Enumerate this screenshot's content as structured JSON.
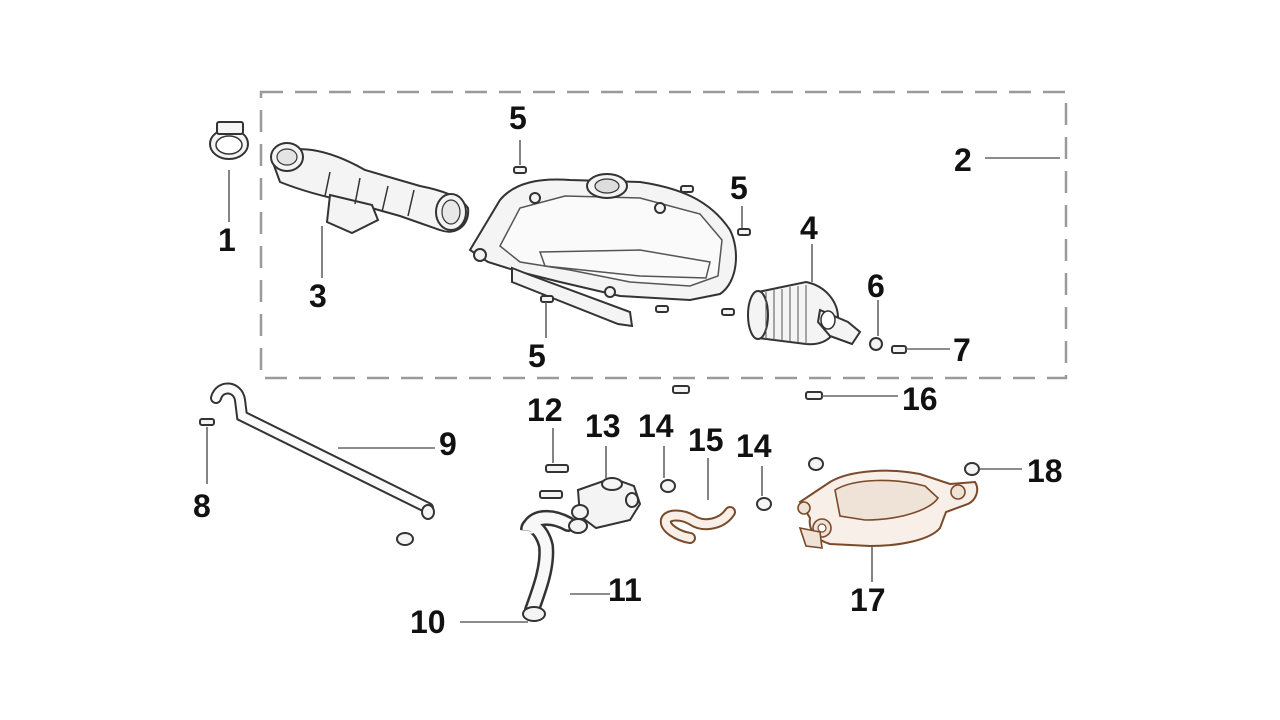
{
  "diagram": {
    "callouts": [
      {
        "id": "c1",
        "text": "1"
      },
      {
        "id": "c2",
        "text": "2"
      },
      {
        "id": "c3",
        "text": "3"
      },
      {
        "id": "c4",
        "text": "4"
      },
      {
        "id": "c5a",
        "text": "5"
      },
      {
        "id": "c5b",
        "text": "5"
      },
      {
        "id": "c5c",
        "text": "5"
      },
      {
        "id": "c6",
        "text": "6"
      },
      {
        "id": "c7",
        "text": "7"
      },
      {
        "id": "c8",
        "text": "8"
      },
      {
        "id": "c9",
        "text": "9"
      },
      {
        "id": "c10",
        "text": "10"
      },
      {
        "id": "c11",
        "text": "11"
      },
      {
        "id": "c12",
        "text": "12"
      },
      {
        "id": "c13",
        "text": "13"
      },
      {
        "id": "c14a",
        "text": "14"
      },
      {
        "id": "c14b",
        "text": "14"
      },
      {
        "id": "c15",
        "text": "15"
      },
      {
        "id": "c16",
        "text": "16"
      },
      {
        "id": "c17",
        "text": "17"
      },
      {
        "id": "c18",
        "text": "18"
      }
    ],
    "colors": {
      "line": "#333333",
      "dashed_box": "#9a9a9a",
      "leader": "#666666",
      "accent_part": "#7a4a2a"
    }
  }
}
